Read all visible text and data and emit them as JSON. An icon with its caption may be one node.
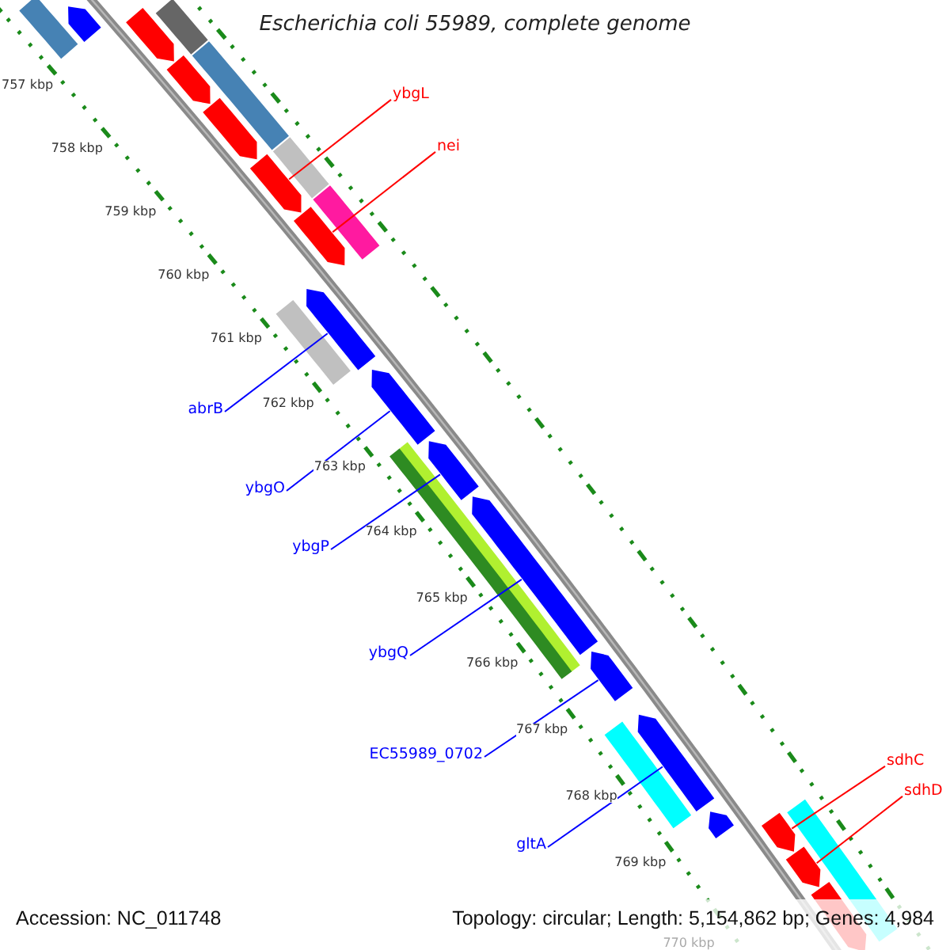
{
  "diagram": {
    "title": "Escherichia coli 55989, complete genome",
    "nodes": [
      {
        "text": [
          "ybgL"
        ]
      },
      {
        "text": [
          "nei"
        ]
      },
      {
        "text": [
          "abrB"
        ]
      },
      {
        "text": [
          "ybgO"
        ]
      },
      {
        "text": [
          "ybgP"
        ]
      },
      {
        "text": [
          "ybgQ"
        ]
      },
      {
        "text": [
          "EC55989_0702"
        ]
      },
      {
        "text": [
          "gltA"
        ]
      },
      {
        "text": [
          "sdhC"
        ]
      },
      {
        "text": [
          "sdhD"
        ]
      },
      {
        "text": [],
        "shape": "arrow"
      },
      {
        "text": [],
        "shape": "arrow"
      },
      {
        "text": [],
        "shape": "arrow"
      },
      {
        "text": [],
        "shape": "arrow"
      },
      {
        "text": [],
        "shape": "arrow"
      },
      {
        "text": [],
        "shape": "arrow"
      },
      {
        "text": [],
        "shape": "arrow"
      },
      {
        "text": [],
        "shape": "arrow"
      },
      {
        "text": [],
        "shape": "arrow"
      },
      {
        "text": [],
        "shape": "arrow"
      },
      {
        "text": [],
        "shape": "bar"
      },
      {
        "text": [],
        "shape": "bar"
      },
      {
        "text": [],
        "shape": "bar"
      },
      {
        "text": [],
        "shape": "bar"
      },
      {
        "text": [],
        "shape": "bar"
      },
      {
        "text": [],
        "shape": "bar"
      },
      {
        "text": [],
        "shape": "bar"
      },
      {
        "text": [],
        "shape": "bar"
      },
      {
        "text": [],
        "shape": "bar"
      },
      {
        "text": [],
        "shape": "arrow"
      },
      {
        "text": [],
        "shape": "arrow"
      },
      {
        "text": [],
        "shape": "arrow"
      },
      {
        "text": [],
        "shape": "arrow"
      },
      {
        "text": [],
        "shape": "arrow"
      },
      {
        "text": [],
        "shape": "arrow"
      }
    ],
    "edges": [
      {
        "from": 0,
        "to": 10,
        "arrow": "none",
        "color": "#ff0000"
      },
      {
        "from": 1,
        "to": 11,
        "arrow": "none",
        "color": "#ff0000"
      },
      {
        "from": 2,
        "to": 12,
        "arrow": "none"
      },
      {
        "from": 3,
        "to": 13,
        "arrow": "none"
      },
      {
        "from": 4,
        "to": 14,
        "arrow": "none"
      },
      {
        "from": 5,
        "to": 15,
        "arrow": "none"
      },
      {
        "from": 6,
        "to": 16,
        "arrow": "none"
      },
      {
        "from": 7,
        "to": 17,
        "arrow": "none"
      },
      {
        "from": 8,
        "to": 18,
        "arrow": "none",
        "color": "#ff0000"
      },
      {
        "from": 9,
        "to": 19,
        "arrow": "none",
        "color": "#ff0000"
      }
    ],
    "labels": [
      "757 kbp",
      "758 kbp",
      "759 kbp",
      "760 kbp",
      "761 kbp",
      "762 kbp",
      "763 kbp",
      "764 kbp",
      "765 kbp",
      "766 kbp",
      "767 kbp",
      "768 kbp",
      "769 kbp",
      "770 kbp",
      "Accession: NC_011748",
      "Topology: circular; Length: 5,154,862 bp; Genes: 4,984"
    ]
  }
}
